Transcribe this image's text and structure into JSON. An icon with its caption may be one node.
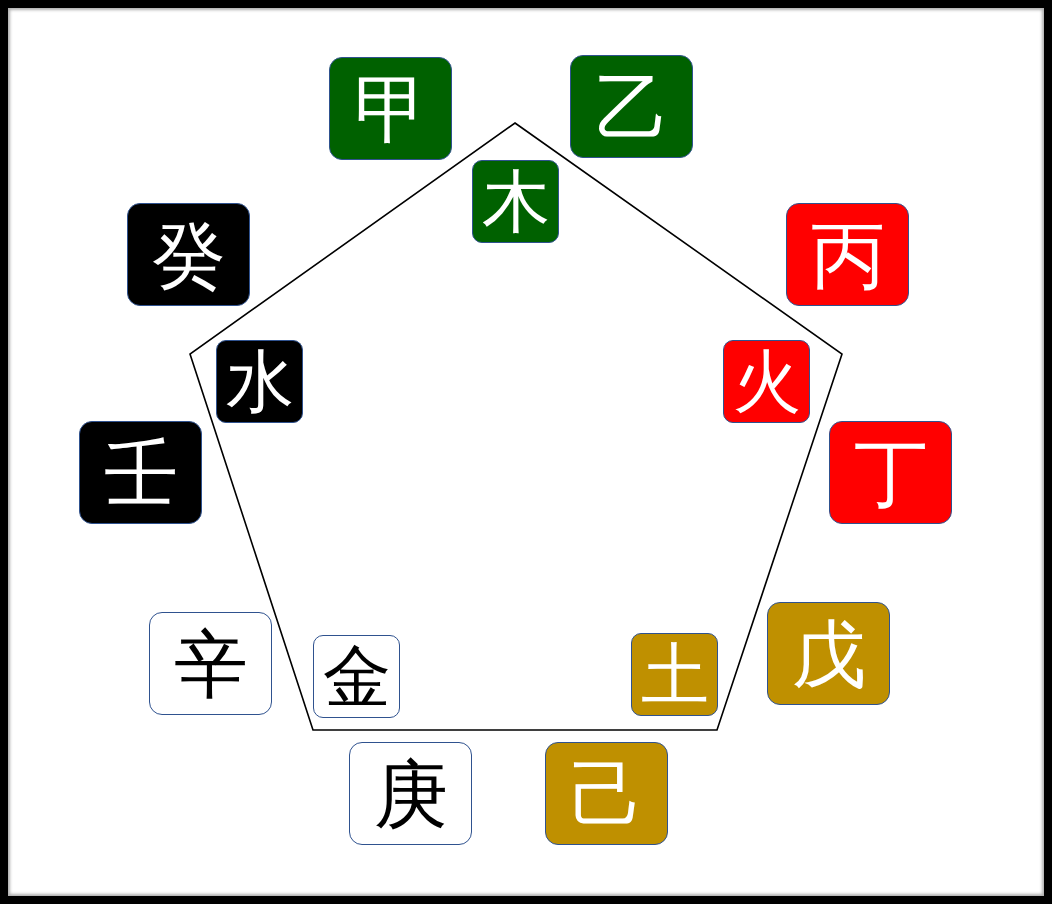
{
  "diagram": {
    "nodes": [
      {
        "text": [],
        "shape": "pentagon"
      },
      {
        "text": [
          "木"
        ],
        "in": 0
      },
      {
        "text": [
          "火"
        ],
        "in": 0
      },
      {
        "text": [
          "土"
        ],
        "in": 0
      },
      {
        "text": [
          "金"
        ],
        "in": 0
      },
      {
        "text": [
          "水"
        ],
        "in": 0
      },
      {
        "text": [
          "甲"
        ]
      },
      {
        "text": [
          "乙"
        ]
      },
      {
        "text": [
          "丙"
        ]
      },
      {
        "text": [
          "丁"
        ]
      },
      {
        "text": [
          "戊"
        ]
      },
      {
        "text": [
          "己"
        ]
      },
      {
        "text": [
          "庚"
        ]
      },
      {
        "text": [
          "辛"
        ]
      },
      {
        "text": [
          "壬"
        ]
      },
      {
        "text": [
          "癸"
        ]
      }
    ]
  }
}
